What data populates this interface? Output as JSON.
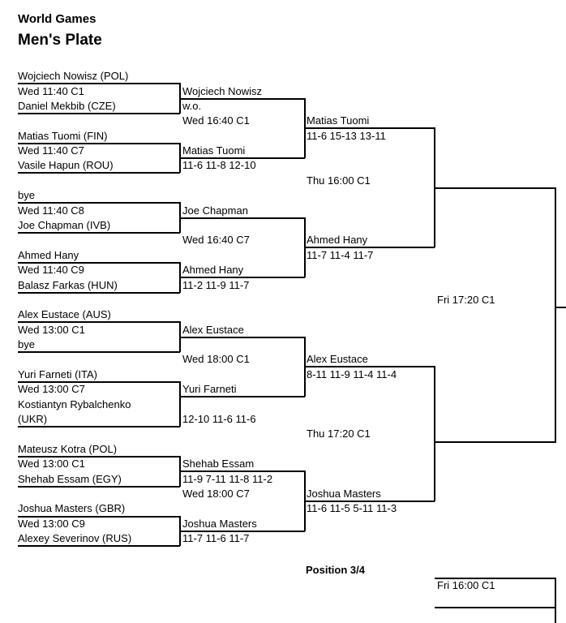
{
  "header": {
    "event": "World Games",
    "title": "Men's Plate"
  },
  "round1": [
    {
      "player1": "Wojciech Nowisz (POL)",
      "time": "Wed 11:40 C1",
      "player2": "Daniel Mekbib (CZE)"
    },
    {
      "player1": "Matias Tuomi (FIN)",
      "time": "Wed 11:40 C7",
      "player2": "Vasile Hapun (ROU)"
    },
    {
      "player1": "bye",
      "time": "Wed 11:40 C8",
      "player2": "Joe Chapman (IVB)"
    },
    {
      "player1": "Ahmed Hany",
      "time": "Wed 11:40 C9",
      "player2": "Balasz Farkas (HUN)"
    },
    {
      "player1": "Alex Eustace (AUS)",
      "time": "Wed 13:00 C1",
      "player2": "bye"
    },
    {
      "player1": "Yuri Farneti (ITA)",
      "time": "Wed 13:00 C7",
      "player2": "Kostiantyn Rybalchenko",
      "player2_line2": "(UKR)"
    },
    {
      "player1": "Mateusz Kotra (POL)",
      "time": "Wed 13:00 C1",
      "player2": "Shehab Essam (EGY)"
    },
    {
      "player1": "Joshua Masters (GBR)",
      "time": "Wed 13:00 C9",
      "player2": "Alexey Severinov (RUS)"
    }
  ],
  "round2": [
    {
      "winner": "Wojciech Nowisz",
      "score": "w.o."
    },
    {
      "winner": "Matias Tuomi",
      "score": "11-6 11-8 12-10"
    },
    {
      "winner": "Joe Chapman",
      "score": ""
    },
    {
      "winner": "Ahmed Hany",
      "score": "11-2 11-9 11-7"
    },
    {
      "winner": "Alex Eustace",
      "score": ""
    },
    {
      "winner": "Yuri Farneti",
      "score": "12-10 11-6 11-6"
    },
    {
      "winner": "Shehab Essam",
      "score": "11-9 7-11 11-8 11-2"
    },
    {
      "winner": "Joshua Masters",
      "score": "11-7 11-6 11-7"
    }
  ],
  "round2_times": [
    "Wed 16:40 C1",
    "Wed 16:40 C7",
    "Wed 18:00 C1",
    "Wed 18:00 C7"
  ],
  "round3": [
    {
      "winner": "Matias Tuomi",
      "score": "11-6 15-13 13-11"
    },
    {
      "winner": "Ahmed Hany",
      "score": "11-7 11-4 11-7"
    },
    {
      "winner": "Alex Eustace",
      "score": "8-11 11-9 11-4 11-4"
    },
    {
      "winner": "Joshua Masters",
      "score": "11-6 11-5 5-11 11-3"
    }
  ],
  "round3_times": [
    "Thu 16:00 C1",
    "Thu 17:20 C1"
  ],
  "final": {
    "time": "Fri 17:20 C1"
  },
  "position34": {
    "label": "Position 3/4",
    "time": "Fri 16:00 C1"
  }
}
